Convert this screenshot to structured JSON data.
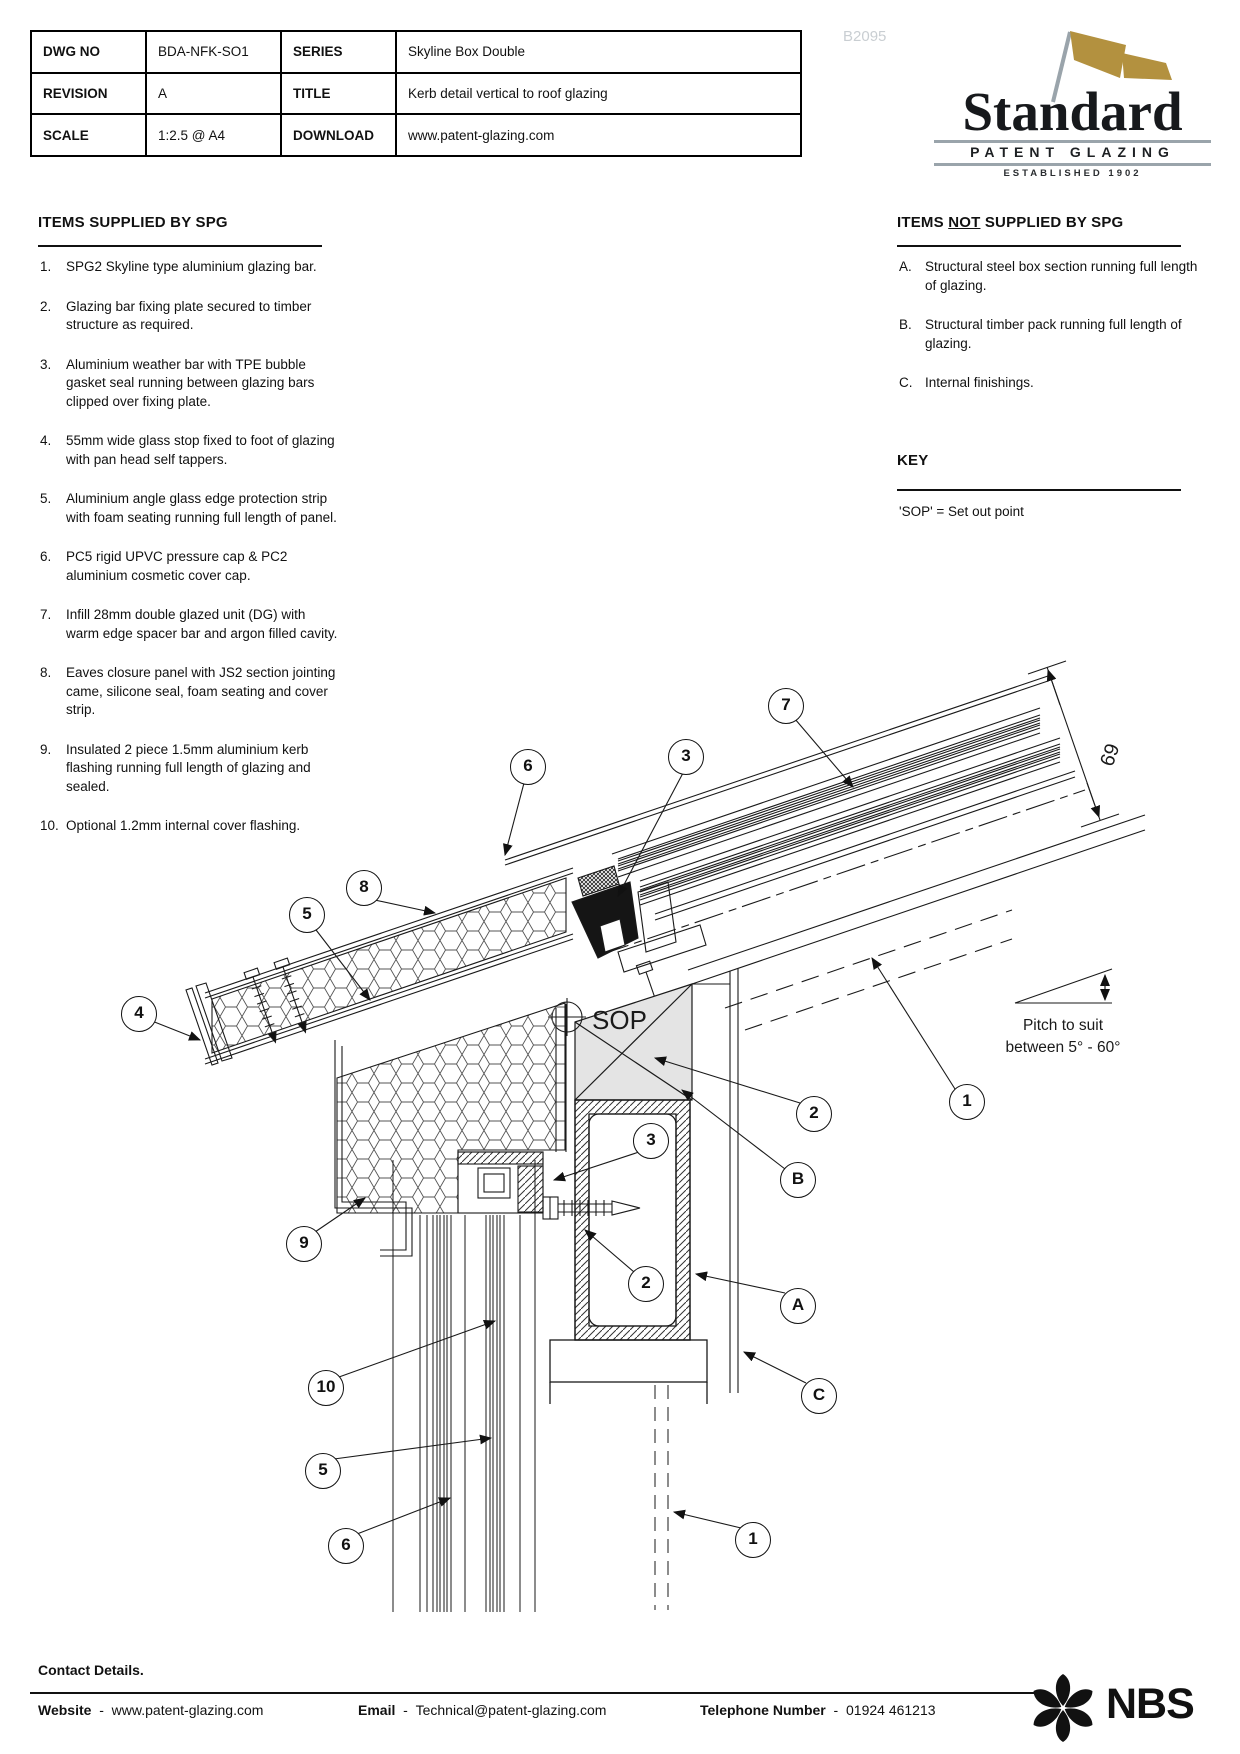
{
  "title_block": {
    "watermark": "B2095",
    "rows": [
      {
        "label1": "DWG NO",
        "value1": "BDA-NFK-SO1",
        "label2": "SERIES",
        "value2": "Skyline Box Double"
      },
      {
        "label1": "REVISION",
        "value1": "A",
        "label2": "TITLE",
        "value2": "Kerb detail vertical to roof glazing"
      },
      {
        "label1": "SCALE",
        "value1": "1:2.5 @ A4",
        "label2": "DOWNLOAD",
        "value2": "www.patent-glazing.com"
      }
    ]
  },
  "logo": {
    "name": "Standard",
    "subtitle": "PATENT GLAZING",
    "established": "ESTABLISHED 1902",
    "flag_color": "#b3913f"
  },
  "supplied": {
    "heading": "ITEMS SUPPLIED BY SPG",
    "items": [
      {
        "num": "1.",
        "text": "SPG2 Skyline type aluminium glazing bar."
      },
      {
        "num": "2.",
        "text": "Glazing bar fixing plate secured to timber\nstructure as required."
      },
      {
        "num": "3.",
        "text": "Aluminium weather bar with TPE bubble\ngasket seal running between glazing bars\nclipped over fixing plate."
      },
      {
        "num": "4.",
        "text": "55mm wide glass stop fixed to foot of glazing\nwith pan head self tappers."
      },
      {
        "num": "5.",
        "text": "Aluminium angle glass edge protection strip\nwith foam seating running full length of panel."
      },
      {
        "num": "6.",
        "text": "PC5 rigid UPVC pressure cap & PC2\naluminium cosmetic cover cap."
      },
      {
        "num": "7.",
        "text": "Infill 28mm double glazed unit (DG) with\nwarm edge spacer bar and argon filled cavity."
      },
      {
        "num": "8.",
        "text": "Eaves closure panel with JS2 section jointing\ncame, silicone seal, foam seating and cover\nstrip."
      },
      {
        "num": "9.",
        "text": "Insulated 2 piece 1.5mm aluminium kerb\nflashing running full length of glazing and\nsealed."
      },
      {
        "num": "10.",
        "text": "Optional 1.2mm internal cover flashing."
      }
    ]
  },
  "not_supplied": {
    "heading_prefix": "ITEMS ",
    "heading_not": "NOT",
    "heading_suffix": " SUPPLIED BY SPG",
    "items": [
      {
        "num": "A.",
        "text": "Structural steel box section running full length\nof glazing."
      },
      {
        "num": "B.",
        "text": "Structural timber pack running full length of\nglazing."
      },
      {
        "num": "C.",
        "text": "Internal finishings."
      }
    ]
  },
  "key": {
    "heading": "KEY",
    "text": "'SOP' = Set out point"
  },
  "drawing": {
    "sop_label": "SOP",
    "dim_label": "69",
    "pitch_line1": "Pitch to suit",
    "pitch_line2": "between 5° - 60°",
    "callouts": [
      {
        "label": "7"
      },
      {
        "label": "3"
      },
      {
        "label": "6"
      },
      {
        "label": "8"
      },
      {
        "label": "5"
      },
      {
        "label": "4"
      },
      {
        "label": "2"
      },
      {
        "label": "B"
      },
      {
        "label": "1"
      },
      {
        "label": "3"
      },
      {
        "label": "2"
      },
      {
        "label": "9"
      },
      {
        "label": "10"
      },
      {
        "label": "5"
      },
      {
        "label": "6"
      },
      {
        "label": "1"
      },
      {
        "label": "A"
      },
      {
        "label": "C"
      }
    ]
  },
  "footer": {
    "heading": "Contact Details.",
    "website_label": "Website",
    "website": "www.patent-glazing.com",
    "email_label": "Email",
    "email": "Technical@patent-glazing.com",
    "phone_label": "Telephone Number",
    "phone": "01924 461213",
    "sep": "-",
    "nbs": "NBS"
  }
}
